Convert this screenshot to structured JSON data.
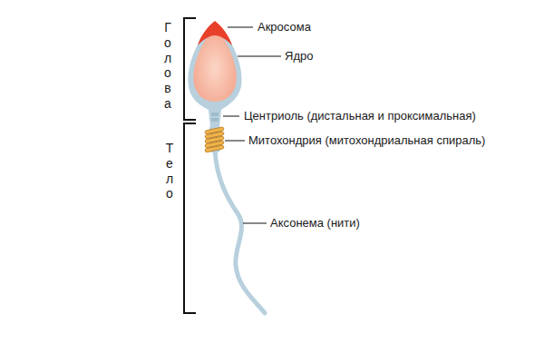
{
  "diagram": {
    "labels": [
      "Голова",
      "Тело",
      "Акросома",
      "Ядро",
      "Центриоль (дистальная и проксимальная)",
      "Митохондрия (митохондриальная спираль)",
      "Аксонема (нити)"
    ]
  }
}
